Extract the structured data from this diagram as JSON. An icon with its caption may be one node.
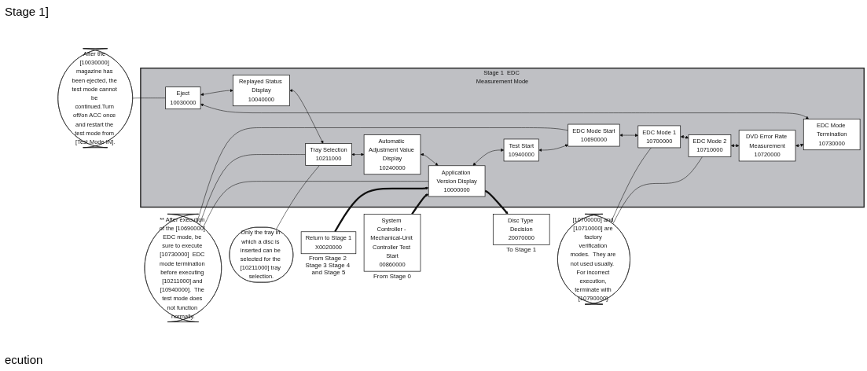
{
  "diagram": {
    "nodes": [
      {
        "text": [
          "Stage 1  EDC Measurement Mode"
        ]
      },
      {
        "text": [
          "Eject",
          "10030000"
        ],
        "in": 0
      },
      {
        "text": [
          "Replayed Status Display",
          "10040000"
        ],
        "in": 0
      },
      {
        "text": [
          "Tray Selection",
          "10211000"
        ],
        "in": 0
      },
      {
        "text": [
          "Automatic Adjustment Value Display",
          "10240000"
        ],
        "in": 0
      },
      {
        "text": [
          "Application Version Display",
          "10000000"
        ],
        "in": 0
      },
      {
        "text": [
          "Test Start",
          "10940000"
        ],
        "in": 0
      },
      {
        "text": [
          "EDC Mode Start",
          "10690000"
        ],
        "in": 0
      },
      {
        "text": [
          "EDC Mode 1",
          "10700000"
        ],
        "in": 0
      },
      {
        "text": [
          "EDC Mode 2",
          "10710000"
        ],
        "in": 0
      },
      {
        "text": [
          "DVD Error Rate Measurement",
          "10720000"
        ],
        "in": 0
      },
      {
        "text": [
          "EDC Mode Termination",
          "10730000"
        ],
        "in": 0
      },
      {
        "text": [
          "Return to Stage 1",
          "X0020000"
        ],
        "beside": [
          "From Stage 2 Stage 3 Stage 4 and Stage 5"
        ]
      },
      {
        "text": [
          "System Controller - Mechanical-Unit Controller Test Start",
          "00860000"
        ],
        "beside": [
          "From Stage 0"
        ]
      },
      {
        "text": [
          "Disc Type Decision",
          "20070000"
        ],
        "beside": [
          "To Stage 1"
        ]
      },
      {
        "text": [
          "After the [10030000] magazine has been ejected, the test mode cannot be continued.Turn off/on ACC once and restart the test mode from [Test Mode IN]."
        ]
      },
      {
        "text": [
          "Only the tray in which a disc is inserted can be selected for the [10211000] tray selection."
        ]
      },
      {
        "text": [
          "[10700000] and [10710000] are factory verification modes.  They are not used usually.  For incorrect execution, terminate with [10790000]."
        ]
      },
      {
        "text": [
          "** After execution of the [10690000] EDC mode, be sure to execute [10730000]  EDC mode termination before executing [10211000] and [10940000].  The test mode does not function normally."
        ]
      }
    ],
    "edges": [
      {
        "from": 1,
        "to": 2,
        "arrow": "both"
      },
      {
        "from": 2,
        "to": 3,
        "arrow": "both"
      },
      {
        "from": 3,
        "to": 4,
        "arrow": "both"
      },
      {
        "from": 4,
        "to": 5,
        "arrow": "both"
      },
      {
        "from": 5,
        "to": 6,
        "arrow": "both"
      },
      {
        "from": 6,
        "to": 7,
        "arrow": "both"
      },
      {
        "from": 7,
        "to": 8,
        "arrow": "both"
      },
      {
        "from": 8,
        "to": 9,
        "arrow": "both"
      },
      {
        "from": 9,
        "to": 10,
        "arrow": "both"
      },
      {
        "from": 10,
        "to": 11,
        "arrow": "both"
      },
      {
        "from": 11,
        "to": 1,
        "arrow": "both"
      },
      {
        "from": 12,
        "to": 5,
        "arrow": "to",
        "style": "thick"
      },
      {
        "from": 13,
        "to": 5,
        "arrow": "to",
        "style": "thick"
      },
      {
        "from": 5,
        "to": 14,
        "arrow": "to",
        "style": "thick"
      },
      {
        "from": 15,
        "to": 1,
        "arrow": "none"
      },
      {
        "from": 16,
        "to": 3,
        "arrow": "none"
      },
      {
        "from": 17,
        "to": 8,
        "arrow": "none"
      },
      {
        "from": 17,
        "to": 9,
        "arrow": "none"
      },
      {
        "from": 18,
        "to": 7,
        "arrow": "none"
      },
      {
        "from": 18,
        "to": 3,
        "arrow": "none"
      },
      {
        "from": 18,
        "to": 5,
        "arrow": "none"
      }
    ],
    "labels": [
      "Stage 1]",
      "ecution"
    ]
  }
}
